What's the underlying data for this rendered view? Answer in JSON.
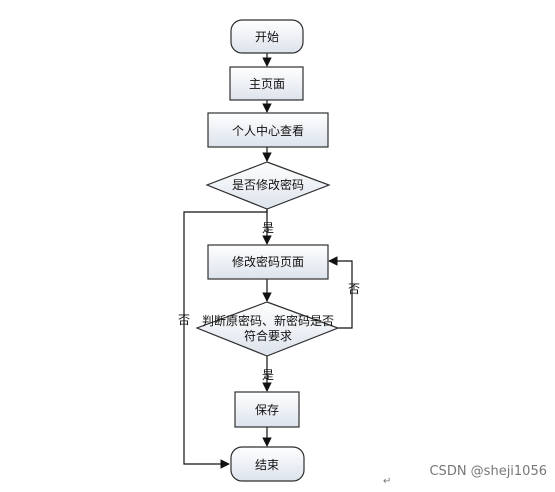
{
  "nodes": {
    "start": "开始",
    "home": "主页面",
    "profile": "个人中心查看",
    "decision_change": "是否修改密码",
    "change_page": "修改密码页面",
    "decision_check_line1": "判断原密码、新密码是否",
    "decision_check_line2": "符合要求",
    "save": "保存",
    "end": "结束"
  },
  "edges": {
    "yes_label": "是",
    "no_label": "否"
  },
  "watermark": "CSDN @sheji1056",
  "paragraph_mark": "↵"
}
